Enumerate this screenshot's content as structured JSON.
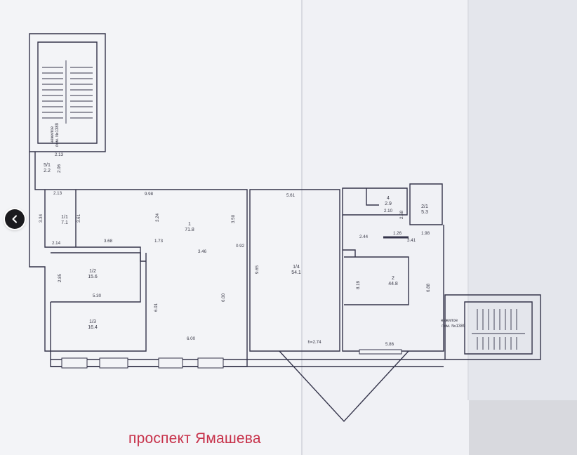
{
  "street_label": "проспект Ямашева",
  "nav": {
    "icon": "chevron-left-icon"
  },
  "stair_top_label": [
    "нежилое",
    "пом. №1389"
  ],
  "stair_bottom_label": [
    "нежилое",
    "пом. №1389"
  ],
  "rooms": [
    {
      "id": "5/1",
      "area": "2.2"
    },
    {
      "id": "1/1",
      "area": "7.1"
    },
    {
      "id": "1",
      "area": "71.8"
    },
    {
      "id": "1/2",
      "area": "15.6"
    },
    {
      "id": "1/3",
      "area": "16.4"
    },
    {
      "id": "1/4",
      "area": "54.1"
    },
    {
      "id": "4",
      "area": "2.9"
    },
    {
      "id": "2/1",
      "area": "5.3"
    },
    {
      "id": "2",
      "area": "44.8"
    }
  ],
  "dimensions": [
    "2.13",
    "2.06",
    "2.13",
    "9.98",
    "3.24",
    "3.50",
    "5.61",
    "3.34",
    "3.61",
    "2.14",
    "3.68",
    "1.73",
    "3.46",
    "0.92",
    "2.85",
    "5.30",
    "6.01",
    "6.00",
    "9.65",
    "6.00",
    "h=2.74",
    "2.44",
    "2.10",
    "2.68",
    "1.26",
    "1.98",
    "3.41",
    "8.19",
    "6.88",
    "5.86"
  ],
  "colors": {
    "paper": "#f3f3f6",
    "line": "#34344a",
    "street": "#c7314a",
    "button": "#1b1b1f"
  }
}
